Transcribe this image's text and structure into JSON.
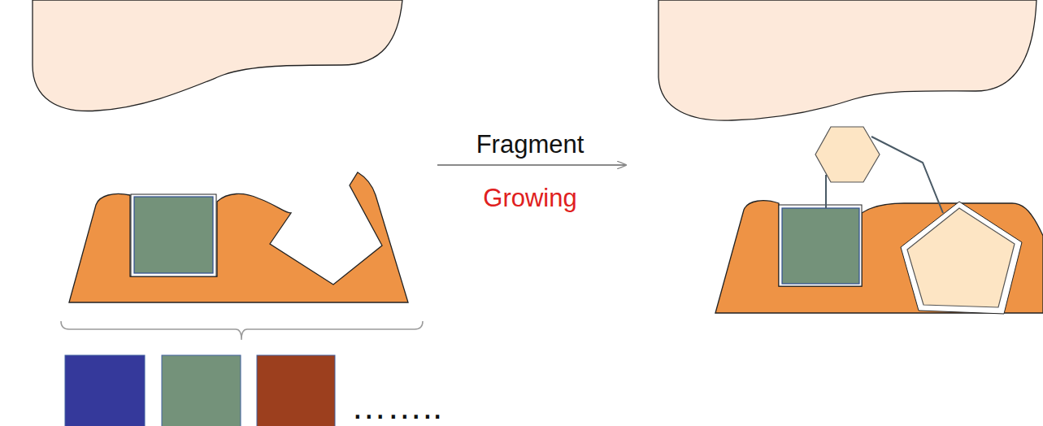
{
  "diagram": {
    "labels": [
      "Fragment",
      "Growing",
      "…….."
    ]
  }
}
